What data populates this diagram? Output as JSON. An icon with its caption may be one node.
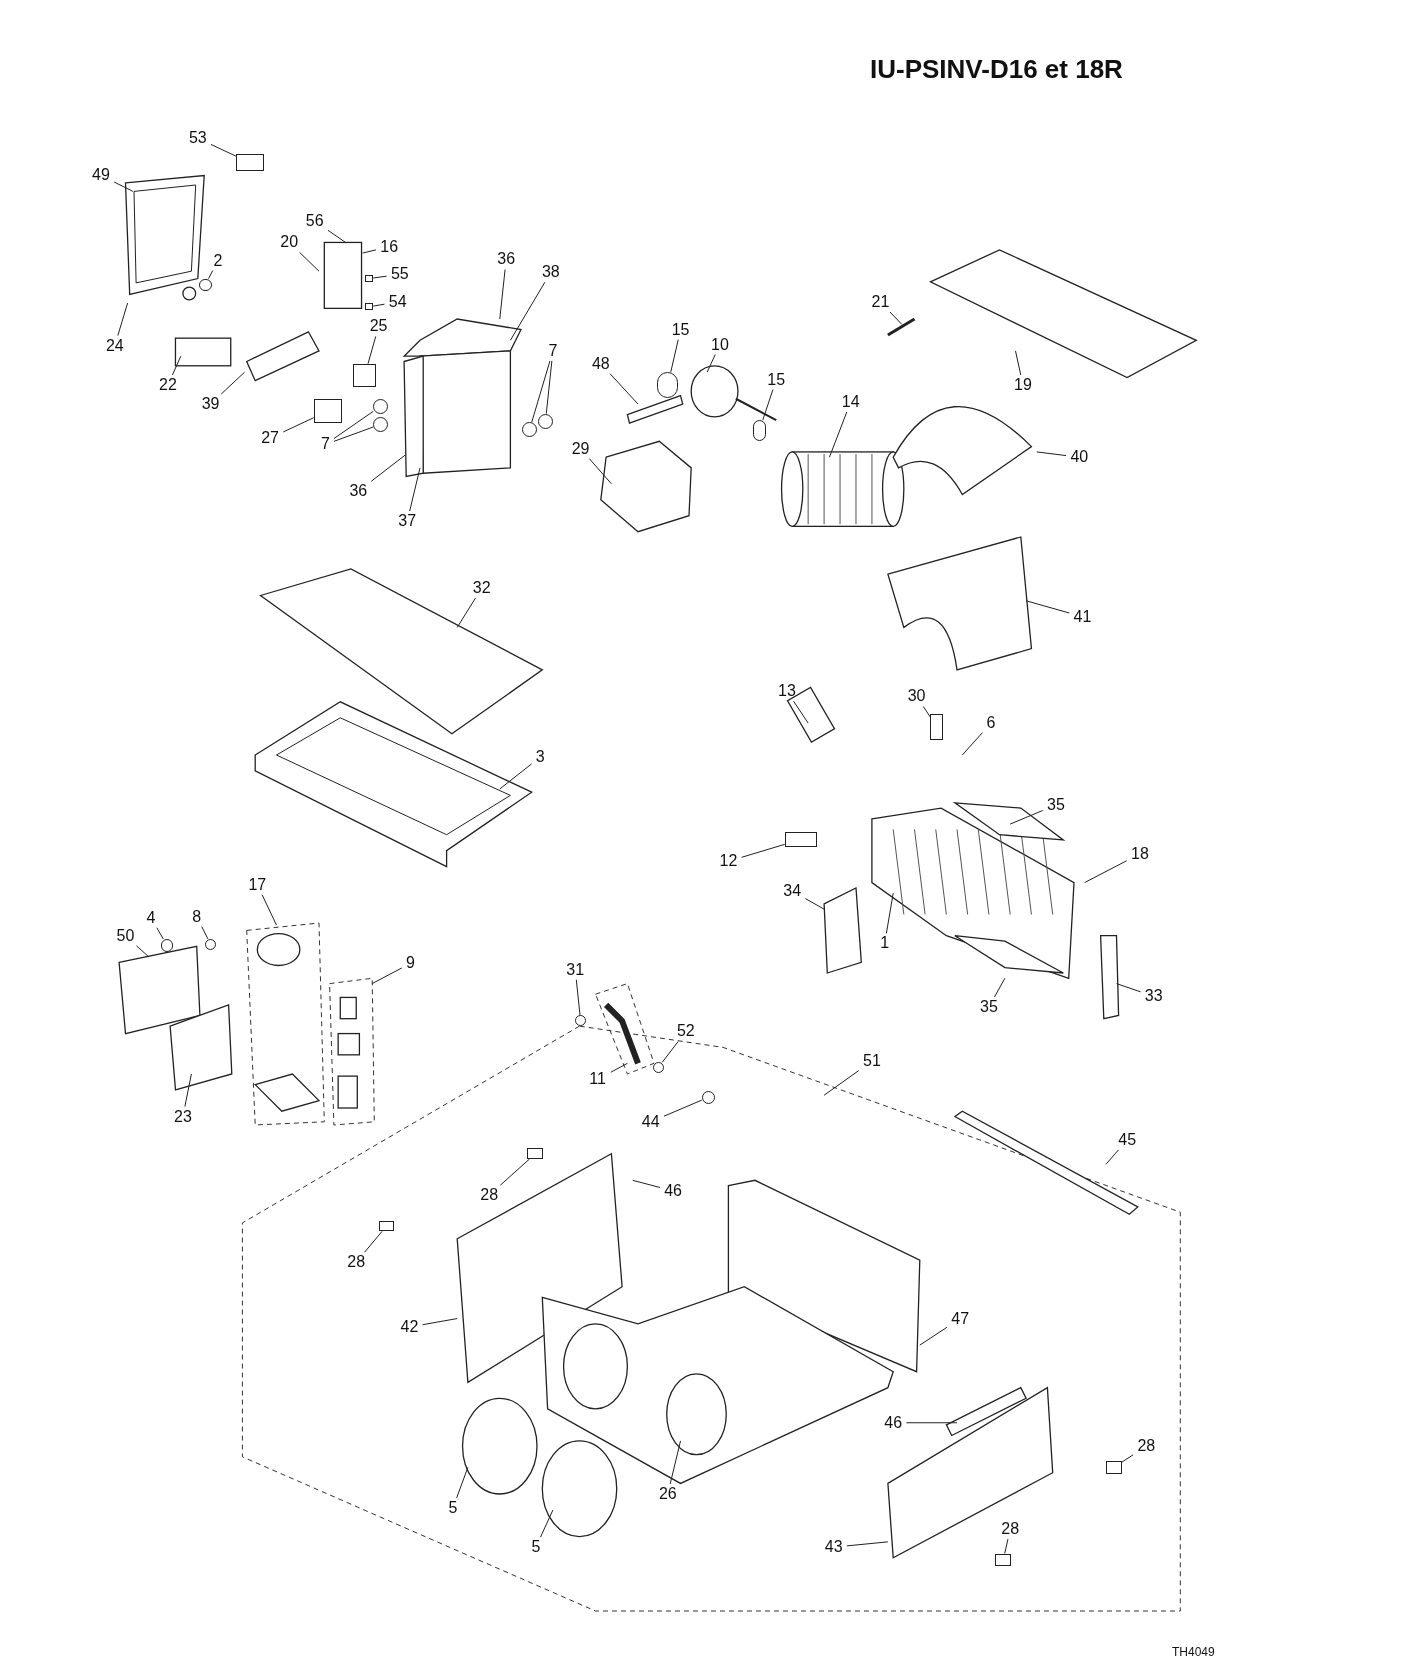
{
  "diagram": {
    "title": "IU-PSINV-D16 et 18R",
    "nodes": [
      {
        "text": [
          "53"
        ]
      },
      {
        "text": [
          "49"
        ]
      },
      {
        "text": [
          "56"
        ]
      },
      {
        "text": [
          "20"
        ]
      },
      {
        "text": [
          "16"
        ]
      },
      {
        "text": [
          "2"
        ]
      },
      {
        "text": [
          "55"
        ]
      },
      {
        "text": [
          "36"
        ]
      },
      {
        "text": [
          "38"
        ]
      },
      {
        "text": [
          "54"
        ]
      },
      {
        "text": [
          "21"
        ]
      },
      {
        "text": [
          "25"
        ]
      },
      {
        "text": [
          "15"
        ]
      },
      {
        "text": [
          "24"
        ]
      },
      {
        "text": [
          "10"
        ]
      },
      {
        "text": [
          "7"
        ]
      },
      {
        "text": [
          "48"
        ]
      },
      {
        "text": [
          "15"
        ]
      },
      {
        "text": [
          "22"
        ]
      },
      {
        "text": [
          "19"
        ]
      },
      {
        "text": [
          "14"
        ]
      },
      {
        "text": [
          "39"
        ]
      },
      {
        "text": [
          "27"
        ]
      },
      {
        "text": [
          "7"
        ]
      },
      {
        "text": [
          "29"
        ]
      },
      {
        "text": [
          "40"
        ]
      },
      {
        "text": [
          "36"
        ]
      },
      {
        "text": [
          "37"
        ]
      },
      {
        "text": [
          "32"
        ]
      },
      {
        "text": [
          "41"
        ]
      },
      {
        "text": [
          "13"
        ]
      },
      {
        "text": [
          "30"
        ]
      },
      {
        "text": [
          "6"
        ]
      },
      {
        "text": [
          "3"
        ]
      },
      {
        "text": [
          "35"
        ]
      },
      {
        "text": [
          "18"
        ]
      },
      {
        "text": [
          "12"
        ]
      },
      {
        "text": [
          "17"
        ]
      },
      {
        "text": [
          "34"
        ]
      },
      {
        "text": [
          "4"
        ]
      },
      {
        "text": [
          "8"
        ]
      },
      {
        "text": [
          "50"
        ]
      },
      {
        "text": [
          "1"
        ]
      },
      {
        "text": [
          "9"
        ]
      },
      {
        "text": [
          "31"
        ]
      },
      {
        "text": [
          "33"
        ]
      },
      {
        "text": [
          "35"
        ]
      },
      {
        "text": [
          "52"
        ]
      },
      {
        "text": [
          "51"
        ]
      },
      {
        "text": [
          "11"
        ]
      },
      {
        "text": [
          "23"
        ]
      },
      {
        "text": [
          "44"
        ]
      },
      {
        "text": [
          "45"
        ]
      },
      {
        "text": [
          "28"
        ]
      },
      {
        "text": [
          "46"
        ]
      },
      {
        "text": [
          "28"
        ]
      },
      {
        "text": [
          "47"
        ]
      },
      {
        "text": [
          "42"
        ]
      },
      {
        "text": [
          "46"
        ]
      },
      {
        "text": [
          "28"
        ]
      },
      {
        "text": [
          "26"
        ]
      },
      {
        "text": [
          "5"
        ]
      },
      {
        "text": [
          "28"
        ]
      },
      {
        "text": [
          "43"
        ]
      },
      {
        "text": [
          "5"
        ]
      },
      {
        "text": [],
        "shape": "box"
      },
      {
        "text": [],
        "shape": "circle"
      },
      {
        "text": [],
        "shape": "box"
      },
      {
        "text": [],
        "shape": "box"
      },
      {
        "text": [],
        "shape": "box"
      },
      {
        "text": [],
        "shape": "circle"
      },
      {
        "text": [],
        "shape": "circle"
      },
      {
        "text": [],
        "shape": "circle"
      },
      {
        "text": [],
        "shape": "circle"
      },
      {
        "text": [],
        "shape": "box"
      },
      {
        "text": [],
        "shape": "circle"
      },
      {
        "text": [],
        "shape": "circle"
      },
      {
        "text": [],
        "shape": "box"
      },
      {
        "text": [],
        "shape": "box"
      },
      {
        "text": [],
        "shape": "circle"
      },
      {
        "text": [],
        "shape": "circle"
      },
      {
        "text": [],
        "shape": "circle"
      },
      {
        "text": [],
        "shape": "circle"
      },
      {
        "text": [],
        "shape": "circle"
      },
      {
        "text": [],
        "shape": "box"
      },
      {
        "text": [],
        "shape": "box"
      },
      {
        "text": [],
        "shape": "box"
      },
      {
        "text": [],
        "shape": "box"
      }
    ],
    "edges": [
      {
        "from": 0,
        "to": 65,
        "arrow": "none"
      },
      {
        "from": 1,
        "to": null,
        "arrow": "none"
      },
      {
        "from": 2,
        "to": null,
        "arrow": "none"
      },
      {
        "from": 3,
        "to": null,
        "arrow": "none"
      },
      {
        "from": 4,
        "to": null,
        "arrow": "none"
      },
      {
        "from": 5,
        "to": 66,
        "arrow": "none"
      },
      {
        "from": 6,
        "to": 67,
        "arrow": "none"
      },
      {
        "from": 7,
        "to": null,
        "arrow": "none"
      },
      {
        "from": 8,
        "to": null,
        "arrow": "none"
      },
      {
        "from": 9,
        "to": 68,
        "arrow": "none"
      },
      {
        "from": 10,
        "to": null,
        "arrow": "none"
      },
      {
        "from": 11,
        "to": 69,
        "arrow": "none"
      },
      {
        "from": 12,
        "to": 70,
        "arrow": "none"
      },
      {
        "from": 13,
        "to": null,
        "arrow": "none"
      },
      {
        "from": 14,
        "to": null,
        "arrow": "none"
      },
      {
        "from": 15,
        "to": 71,
        "arrow": "none"
      },
      {
        "from": 15,
        "to": 72,
        "arrow": "none"
      },
      {
        "from": 16,
        "to": null,
        "arrow": "none"
      },
      {
        "from": 17,
        "to": 73,
        "arrow": "none"
      },
      {
        "from": 18,
        "to": null,
        "arrow": "none"
      },
      {
        "from": 19,
        "to": null,
        "arrow": "none"
      },
      {
        "from": 20,
        "to": null,
        "arrow": "none"
      },
      {
        "from": 21,
        "to": null,
        "arrow": "none"
      },
      {
        "from": 22,
        "to": 74,
        "arrow": "none"
      },
      {
        "from": 23,
        "to": 75,
        "arrow": "none"
      },
      {
        "from": 23,
        "to": 76,
        "arrow": "none"
      },
      {
        "from": 24,
        "to": null,
        "arrow": "none"
      },
      {
        "from": 25,
        "to": null,
        "arrow": "none"
      },
      {
        "from": 26,
        "to": null,
        "arrow": "none"
      },
      {
        "from": 27,
        "to": null,
        "arrow": "none"
      },
      {
        "from": 28,
        "to": null,
        "arrow": "none"
      },
      {
        "from": 29,
        "to": null,
        "arrow": "none"
      },
      {
        "from": 30,
        "to": null,
        "arrow": "none"
      },
      {
        "from": 31,
        "to": 77,
        "arrow": "none"
      },
      {
        "from": 32,
        "to": null,
        "arrow": "none"
      },
      {
        "from": 33,
        "to": null,
        "arrow": "none"
      },
      {
        "from": 34,
        "to": null,
        "arrow": "none"
      },
      {
        "from": 35,
        "to": null,
        "arrow": "none"
      },
      {
        "from": 36,
        "to": 78,
        "arrow": "none"
      },
      {
        "from": 37,
        "to": null,
        "arrow": "none"
      },
      {
        "from": 38,
        "to": null,
        "arrow": "none"
      },
      {
        "from": 39,
        "to": 79,
        "arrow": "none"
      },
      {
        "from": 40,
        "to": 80,
        "arrow": "none"
      },
      {
        "from": 41,
        "to": null,
        "arrow": "none"
      },
      {
        "from": 42,
        "to": null,
        "arrow": "none"
      },
      {
        "from": 43,
        "to": null,
        "arrow": "none"
      },
      {
        "from": 44,
        "to": 81,
        "arrow": "none"
      },
      {
        "from": 45,
        "to": null,
        "arrow": "none"
      },
      {
        "from": 46,
        "to": null,
        "arrow": "none"
      },
      {
        "from": 47,
        "to": 82,
        "arrow": "none"
      },
      {
        "from": 48,
        "to": null,
        "arrow": "none"
      },
      {
        "from": 49,
        "to": null,
        "arrow": "none"
      },
      {
        "from": 50,
        "to": null,
        "arrow": "none"
      },
      {
        "from": 51,
        "to": 83,
        "arrow": "none"
      },
      {
        "from": 52,
        "to": null,
        "arrow": "none"
      },
      {
        "from": 53,
        "to": 84,
        "arrow": "none"
      },
      {
        "from": 54,
        "to": null,
        "arrow": "none"
      },
      {
        "from": 55,
        "to": 85,
        "arrow": "none"
      },
      {
        "from": 56,
        "to": null,
        "arrow": "none"
      },
      {
        "from": 57,
        "to": null,
        "arrow": "none"
      },
      {
        "from": 58,
        "to": null,
        "arrow": "none"
      },
      {
        "from": 59,
        "to": 86,
        "arrow": "none"
      },
      {
        "from": 60,
        "to": null,
        "arrow": "none"
      },
      {
        "from": 61,
        "to": null,
        "arrow": "none"
      },
      {
        "from": 62,
        "to": 87,
        "arrow": "none"
      },
      {
        "from": 63,
        "to": null,
        "arrow": "none"
      },
      {
        "from": 64,
        "to": null,
        "arrow": "none"
      }
    ],
    "labels": [
      "TH4049"
    ]
  }
}
